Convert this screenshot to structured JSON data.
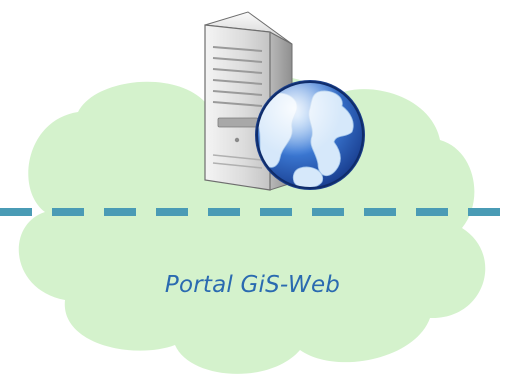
{
  "diagram": {
    "label": "Portal GiS-Web",
    "label_icon": "server-globe-icon",
    "colors": {
      "cloud_fill": "#d4f2cc",
      "dashed_line": "#4a9bb5",
      "label_text": "#2a6ab0",
      "server_body": "#e6e6e6",
      "globe_ocean": "#2c66c8",
      "globe_land": "#cfe3f7"
    },
    "icons": [
      "cloud-shape",
      "server-icon",
      "globe-icon",
      "dashed-separator"
    ]
  }
}
